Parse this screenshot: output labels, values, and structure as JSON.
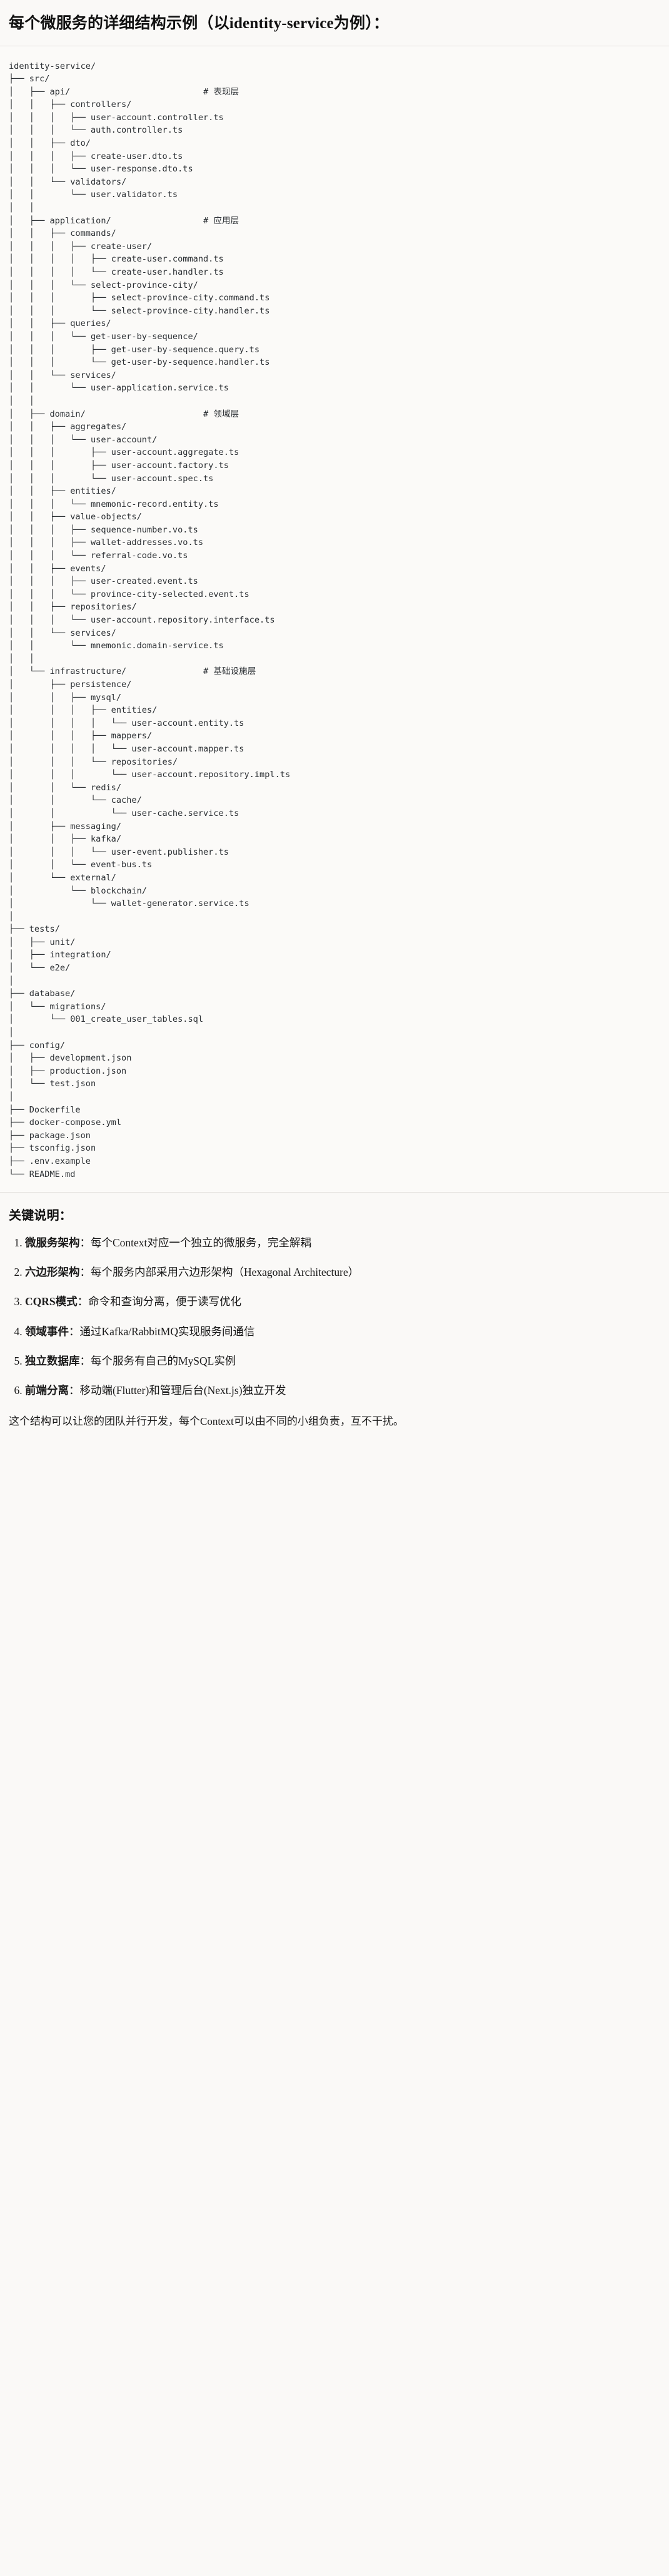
{
  "document": {
    "title": "每个微服务的详细结构示例（以identity-service为例）：",
    "tree_text": "identity-service/\n├── src/\n│   ├── api/                          # 表现层\n│   │   ├── controllers/\n│   │   │   ├── user-account.controller.ts\n│   │   │   └── auth.controller.ts\n│   │   ├── dto/\n│   │   │   ├── create-user.dto.ts\n│   │   │   └── user-response.dto.ts\n│   │   └── validators/\n│   │       └── user.validator.ts\n│   │\n│   ├── application/                  # 应用层\n│   │   ├── commands/\n│   │   │   ├── create-user/\n│   │   │   │   ├── create-user.command.ts\n│   │   │   │   └── create-user.handler.ts\n│   │   │   └── select-province-city/\n│   │   │       ├── select-province-city.command.ts\n│   │   │       └── select-province-city.handler.ts\n│   │   ├── queries/\n│   │   │   └── get-user-by-sequence/\n│   │   │       ├── get-user-by-sequence.query.ts\n│   │   │       └── get-user-by-sequence.handler.ts\n│   │   └── services/\n│   │       └── user-application.service.ts\n│   │\n│   ├── domain/                       # 领域层\n│   │   ├── aggregates/\n│   │   │   └── user-account/\n│   │   │       ├── user-account.aggregate.ts\n│   │   │       ├── user-account.factory.ts\n│   │   │       └── user-account.spec.ts\n│   │   ├── entities/\n│   │   │   └── mnemonic-record.entity.ts\n│   │   ├── value-objects/\n│   │   │   ├── sequence-number.vo.ts\n│   │   │   ├── wallet-addresses.vo.ts\n│   │   │   └── referral-code.vo.ts\n│   │   ├── events/\n│   │   │   ├── user-created.event.ts\n│   │   │   └── province-city-selected.event.ts\n│   │   ├── repositories/\n│   │   │   └── user-account.repository.interface.ts\n│   │   └── services/\n│   │       └── mnemonic.domain-service.ts\n│   │\n│   └── infrastructure/               # 基础设施层\n│       ├── persistence/\n│       │   ├── mysql/\n│       │   │   ├── entities/\n│       │   │   │   └── user-account.entity.ts\n│       │   │   ├── mappers/\n│       │   │   │   └── user-account.mapper.ts\n│       │   │   └── repositories/\n│       │   │       └── user-account.repository.impl.ts\n│       │   └── redis/\n│       │       └── cache/\n│       │           └── user-cache.service.ts\n│       ├── messaging/\n│       │   ├── kafka/\n│       │   │   └── user-event.publisher.ts\n│       │   └── event-bus.ts\n│       └── external/\n│           └── blockchain/\n│               └── wallet-generator.service.ts\n│\n├── tests/\n│   ├── unit/\n│   ├── integration/\n│   └── e2e/\n│\n├── database/\n│   └── migrations/\n│       └── 001_create_user_tables.sql\n│\n├── config/\n│   ├── development.json\n│   ├── production.json\n│   └── test.json\n│\n├── Dockerfile\n├── docker-compose.yml\n├── package.json\n├── tsconfig.json\n├── .env.example\n└── README.md",
    "tree_root": "identity-service/",
    "layer_comments": [
      {
        "path": "src/api/",
        "comment": "# 表现层"
      },
      {
        "path": "src/application/",
        "comment": "# 应用层"
      },
      {
        "path": "src/domain/",
        "comment": "# 领域层"
      },
      {
        "path": "src/infrastructure/",
        "comment": "# 基础设施层"
      }
    ]
  },
  "key_points": {
    "heading": "关键说明：",
    "items": [
      {
        "name": "微服务架构",
        "sep": "：",
        "desc": "每个Context对应一个独立的微服务，完全解耦"
      },
      {
        "name": "六边形架构",
        "sep": "：",
        "desc": "每个服务内部采用六边形架构（Hexagonal Architecture）"
      },
      {
        "name": "CQRS模式",
        "sep": "：",
        "desc": "命令和查询分离，便于读写优化"
      },
      {
        "name": "领域事件",
        "sep": "：",
        "desc": "通过Kafka/RabbitMQ实现服务间通信"
      },
      {
        "name": "独立数据库",
        "sep": "：",
        "desc": "每个服务有自己的MySQL实例"
      },
      {
        "name": "前端分离",
        "sep": "：",
        "desc": "移动端(Flutter)和管理后台(Next.js)独立开发"
      }
    ],
    "closing": "这个结构可以让您的团队并行开发，每个Context可以由不同的小组负责，互不干扰。"
  },
  "theme": {
    "page_bg": "#faf9f7",
    "code_bg": "#fbfaf8",
    "text": "#1a1a1a",
    "code_text": "#2b2f33",
    "rule": "#e3e1dd"
  }
}
